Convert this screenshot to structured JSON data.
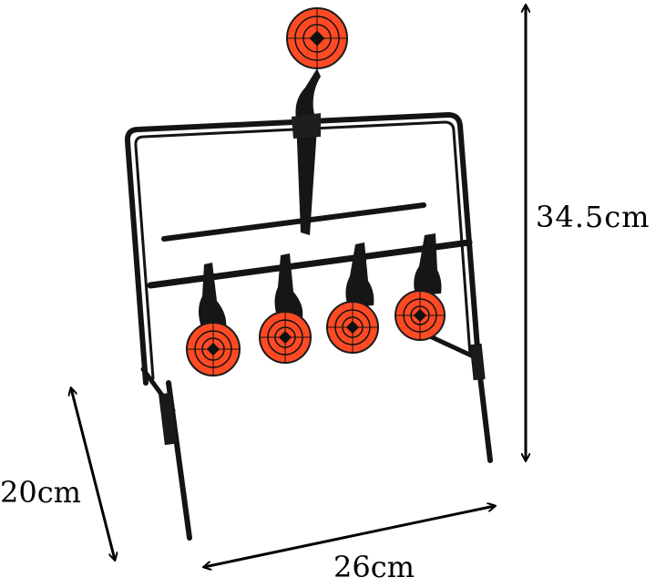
{
  "product": {
    "name_icon": "spinner-target-stand",
    "colors": {
      "frame": "#141414",
      "target_face": "#ff4a24",
      "target_rings": "#111111",
      "background": "#ffffff"
    },
    "targets": {
      "reset_target_count": 1,
      "knockdown_target_count": 4
    }
  },
  "dimensions": {
    "height": "34.5cm",
    "depth": "20cm",
    "width": "26cm"
  }
}
